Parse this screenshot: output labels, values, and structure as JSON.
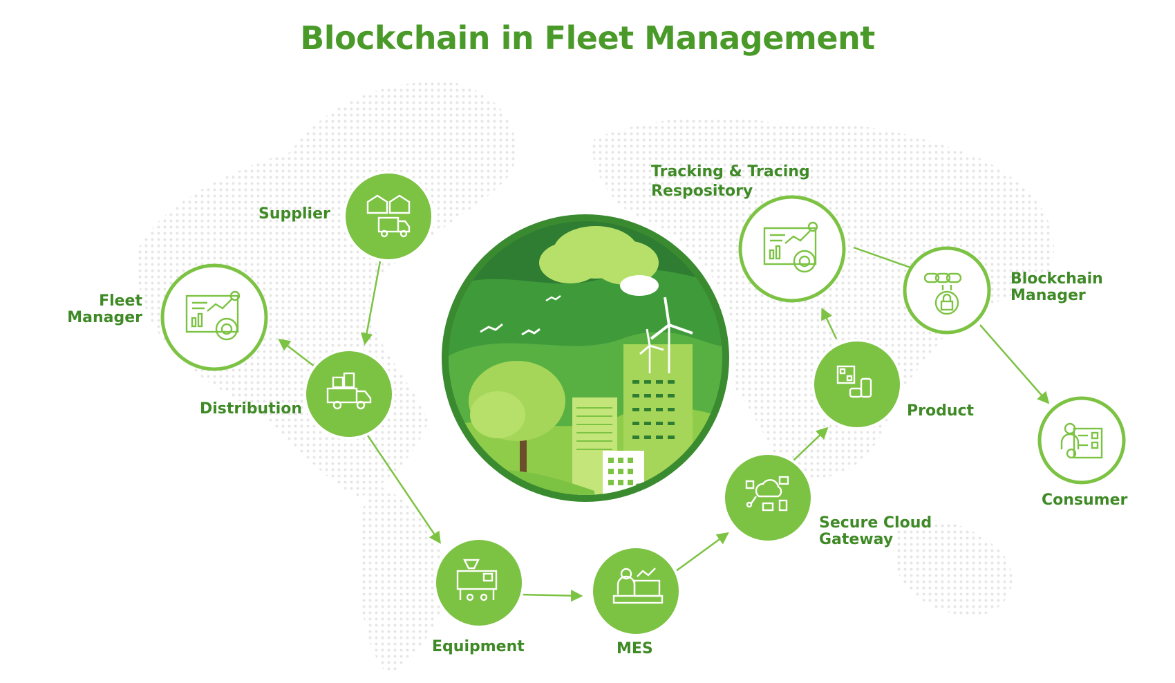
{
  "title": "Blockchain in Fleet Management",
  "colors": {
    "title": "#4a9a2a",
    "label": "#3f8a26",
    "node_fill": "#7cc243",
    "node_ring": "#7cc243",
    "arrow": "#7cc243",
    "scene_dark": "#2e7d32",
    "scene_light": "#a5d65a"
  },
  "nodes": {
    "supplier": {
      "label": "Supplier",
      "icon": "warehouse-truck-icon"
    },
    "fleet_manager": {
      "label_line1": "Fleet",
      "label_line2": "Manager",
      "icon": "analytics-dashboard-icon"
    },
    "distribution": {
      "label": "Distribution",
      "icon": "delivery-truck-icon"
    },
    "equipment": {
      "label": "Equipment",
      "icon": "machine-equipment-icon"
    },
    "mes": {
      "label": "MES",
      "icon": "workstation-analytics-icon"
    },
    "secure_cloud_gateway": {
      "label_line1": "Secure Cloud",
      "label_line2": "Gateway",
      "icon": "cloud-network-icon"
    },
    "product": {
      "label": "Product",
      "icon": "qr-product-icon"
    },
    "tracking": {
      "label_line1": "Tracking & Tracing",
      "label_line2": "Respository",
      "icon": "analytics-dashboard-icon"
    },
    "blockchain_manager": {
      "label_line1": "Blockchain",
      "label_line2": "Manager",
      "icon": "chain-lock-icon"
    },
    "consumer": {
      "label": "Consumer",
      "icon": "person-checklist-icon"
    }
  }
}
